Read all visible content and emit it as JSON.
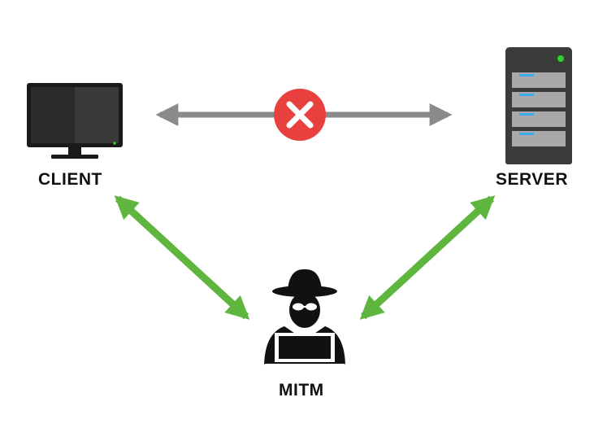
{
  "nodes": {
    "client": {
      "label": "CLIENT",
      "icon": "monitor-icon"
    },
    "server": {
      "label": "SERVER",
      "icon": "server-rack-icon"
    },
    "mitm": {
      "label": "MITM",
      "icon": "hacker-icon"
    }
  },
  "links": [
    {
      "from": "client",
      "to": "server",
      "status": "blocked",
      "color": "#8a8a8a"
    },
    {
      "from": "client",
      "to": "mitm",
      "status": "active",
      "color": "#5fb63f"
    },
    {
      "from": "server",
      "to": "mitm",
      "status": "active",
      "color": "#5fb63f"
    }
  ],
  "colors": {
    "blocked_badge": "#e8403f",
    "server_led": "#2fd12f",
    "server_light": "#3aaae8",
    "monitor_led": "#2fd12f"
  }
}
